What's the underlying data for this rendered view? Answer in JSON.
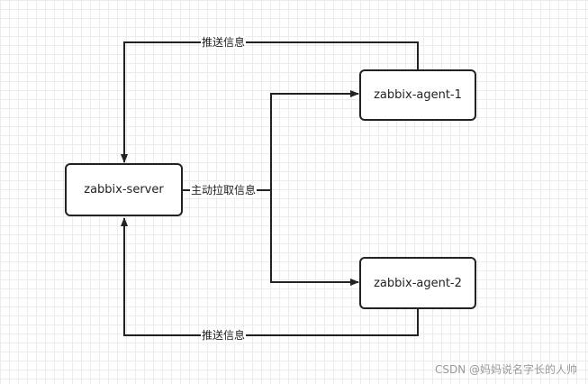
{
  "nodes": {
    "server": {
      "label": "zabbix-server"
    },
    "agent1": {
      "label": "zabbix-agent-1"
    },
    "agent2": {
      "label": "zabbix-agent-2"
    }
  },
  "edges": {
    "push_top": {
      "label": "推送信息"
    },
    "pull": {
      "label": "主动拉取信息"
    },
    "push_bottom": {
      "label": "推送信息"
    }
  },
  "watermark": "CSDN @妈妈说名字长的人帅",
  "colors": {
    "line": "#222222",
    "grid": "#ececec",
    "watermark": "#9a9a9a"
  }
}
